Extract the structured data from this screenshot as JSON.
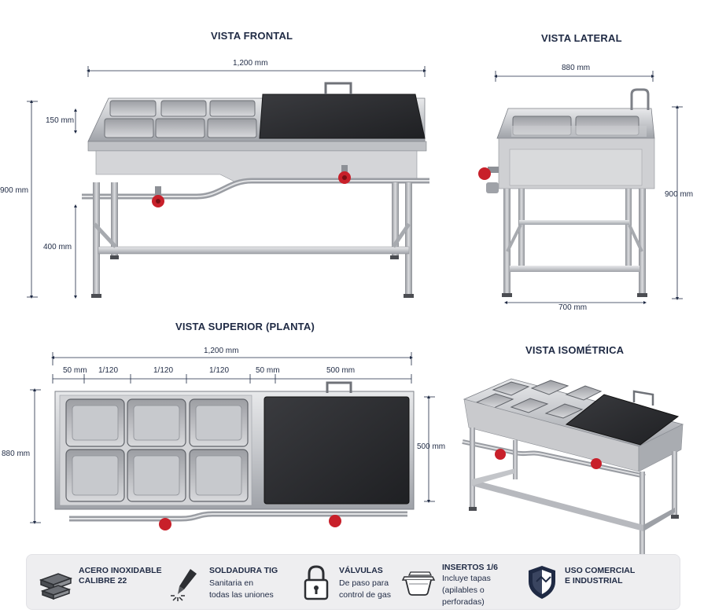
{
  "views": {
    "front": {
      "title": "VISTA FRONTAL",
      "width": "1,200 mm",
      "height": "900 mm",
      "pan_depth": "150 mm",
      "shelf_height": "400 mm"
    },
    "side": {
      "title": "VISTA LATERAL",
      "top_width": "880 mm",
      "height": "900 mm",
      "base_width": "700 mm"
    },
    "top": {
      "title": "VISTA SUPERIOR (PLANTA)",
      "width": "1,200 mm",
      "seg_50a": "50 mm",
      "seg_120a": "1/120",
      "seg_120b": "1/120",
      "seg_120c": "1/120",
      "seg_50b": "50 mm",
      "seg_500": "500 mm",
      "depth": "880 mm",
      "griddle_depth": "500 mm"
    },
    "iso": {
      "title": "VISTA ISOMÉTRICA"
    }
  },
  "features": [
    {
      "icon": "steel-plates-icon",
      "title_1": "ACERO INOXIDABLE",
      "title_2": "CALIBRE 22",
      "desc_1": "",
      "desc_2": "",
      "desc_3": ""
    },
    {
      "icon": "welding-torch-icon",
      "title_1": "SOLDADURA TIG",
      "title_2": "",
      "desc_1": "Sanitaria en",
      "desc_2": "todas las uniones",
      "desc_3": ""
    },
    {
      "icon": "padlock-icon",
      "title_1": "VÁLVULAS",
      "title_2": "",
      "desc_1": "De paso para",
      "desc_2": "control de gas",
      "desc_3": ""
    },
    {
      "icon": "insert-pan-icon",
      "title_1": "INSERTOS 1/6",
      "title_2": "",
      "desc_1": "Incluye tapas",
      "desc_2": "(apilables o",
      "desc_3": "perforadas)"
    },
    {
      "icon": "shield-icon",
      "title_1": "USO COMERCIAL",
      "title_2": "E INDUSTRIAL",
      "desc_1": "",
      "desc_2": "",
      "desc_3": ""
    }
  ],
  "colors": {
    "text": "#1f2a44",
    "steel_light": "#d9dadd",
    "steel_mid": "#b4b6bb",
    "steel_dark": "#7d8087",
    "griddle": "#2b2c2f",
    "valve_red": "#c8202a",
    "footer_bg": "#eeeef0"
  }
}
